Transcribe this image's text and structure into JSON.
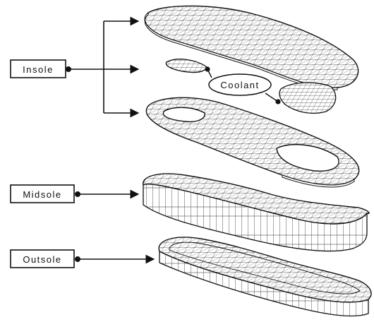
{
  "labels": {
    "insole": "Insole",
    "coolant": "Coolant",
    "midsole": "Midsole",
    "outsole": "Outsole"
  },
  "colors": {
    "ink": "#111111",
    "mesh": "#2a2a2a",
    "fill": "#ffffff"
  }
}
